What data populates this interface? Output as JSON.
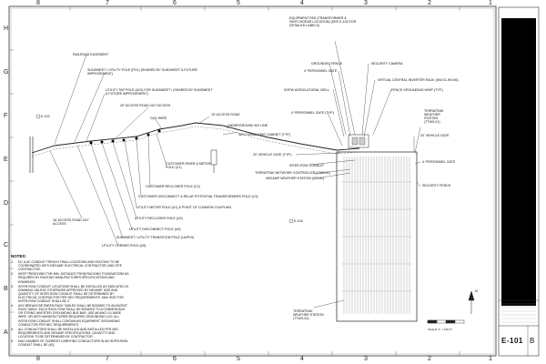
{
  "zones_columns": [
    "8",
    "7",
    "6",
    "5",
    "4",
    "3",
    "2",
    "1"
  ],
  "zones_rows": [
    "H",
    "G",
    "F",
    "E",
    "D",
    "C",
    "B",
    "A"
  ],
  "callouts_left": {
    "railroad_easement": "RAILROAD EASEMENT",
    "sunsweet_pole": "SUNSWEET / UTILITY POLE (POL) (SHARED BY SUNSWEET & FUTURE IMPROVEMENT)",
    "utility_tap_pole": "UTILITY TAP POLE (U/O) FOR SUNSWEET / (SHARED BY SUNSWEET & FUTURE IMPROVEMENT)",
    "access_road_top": "20' ACCESS ROAD 24/7 ACCESS",
    "guy_wire": "GUY WIRE",
    "access_road_15": "15' ACCESS ROAD",
    "underground_mv": "UNDERGROUND MV LINE",
    "sectionalizing_cabinet": "SECTIONALIZING CABINET (TYP.)",
    "customer_riser": "CUSTOMER RISER & METER POLE (C1)",
    "customer_recloser": "CUSTOMER RECLOSER POLE (C2)",
    "customer_disconnect": "CUSTOMER DISCONNECT & RELAY POTENTIAL TRANSFORMERS POLE (C3)",
    "utility_meter_pole": "UTILITY METER POLE (U1) & POINT OF COMMON COUPLING",
    "utility_recloser": "UTILITY RECLOSER POLE (U2)",
    "utility_disconnect": "UTILITY DISCONNECT POLE (U3)",
    "sunsweet_transition": "SUNSWEET / UTILITY TRANSITION POLE (U4/POI)",
    "utility_corner": "UTILITY CORNER POLE (U5)",
    "access_road_bottom": "16' ACCESS ROAD 24/7 ACCESS",
    "ref_f": "E-102",
    "ref_d": "E-104"
  },
  "callouts_right": {
    "equipment_pad": "EQUIPMENT PAD (TRANSFORMER & SWITCHGEAR LOCATION) (SEE E-103 FOR DETAILED LABELS)",
    "grounded_fence": "GROUNDED FENCE",
    "personnel_gate_top": "4' PERSONNEL GATE",
    "security_camera": "SECURITY CAMERA",
    "virtual_central_inverter": "VIRTUAL CENTRAL INVERTER RACK (INV.01-INV.06)",
    "agricultural_well": "SOPW AGRICULTURAL WELL",
    "fence_grounding": "FENCE GROUNDING WHIP (TYP.)",
    "personnel_gate_typ": "4' PERSONNEL GATE (TYP.)",
    "terratrak_top": "TERRATRAK WEATHER STATION (TTWS.01)",
    "vehicle_gate_left": "20' VEHICLE GATE (TYP.)",
    "vehicle_gate_right": "20' VEHICLE GATE",
    "inter_row_conduit": "INTER-ROW CONDUIT",
    "network_controller": "TERRATRAK NETWORK CONTROLLER (TNW.01)",
    "nexamp_weather": "NEXAMP WEATHER STATION (WS.01)",
    "personnel_gate_right": "4' PERSONNEL GATE",
    "security_fence": "SECURITY FENCE",
    "terratrak_bottom": "TERRATRAK WEATHER STATION (TTWS.02)"
  },
  "notes": {
    "title": "NOTES:",
    "items": [
      {
        "num": "1.",
        "text": "DC & AC CONDUIT TRENCH FINAL LOCATIONS AND ROUTING TO BE COORDINATED WITH NEXAMP, ELECTRICAL CONTRACTOR, AND SITE CONTRACTOR."
      },
      {
        "num": "2.",
        "text": "KEEP TRENCHING THE MIN. DISTANCE FROM RACKING FOUNDATIONS AS REQUIRED BY RACKING MANUFACTURER SPECIFICATIONS AND DRAWINGS."
      },
      {
        "num": "3.",
        "text": "INTER-ROW CONDUIT LOCATIONS SHALL BE INSTALLED AS INDICATED IN DRAWING UNLESS OTHERWISE APPROVED BY NEXAMP. SIZE AND QUANTITY OF INTER-ROW CONDUIT SHALL BE DETERMINED BY ELECTRICAL CONTRACTOR PER NEC REQUIREMENTS. MAX SIZE FOR INTER-ROW CONDUIT SHALL BE 2\"."
      },
      {
        "num": "4.",
        "text": "ANY BREAKS BETWEEN RACK TABLES SHALL BE BONDED TO ADJACENT RACK TABLE. EACH RACK ROW SHALL BE BONDED TO A COMMON BUS OR STRING INVERTER GROUNDING BUS BAR. USE #6 AWG CU BARE WIRE, OR WITH MANUFACTURER-REQUIRED GROUNDING LUG. ALL INTER-ROW CONDUIT SHALL CONTAIN AN EQUIPMENT GROUNDING CONDUCTOR PER NEC REQUIREMENTS."
      },
      {
        "num": "5.",
        "text": "ALL CONDUCTORS SHALL BE INSTALLED AND INSTALLED PER NEC REQUIREMENTS AND NEXAMP SPECIFICATIONS. QUANTITY AND LOCATION TO BE DETERMINED BY CONTRACTOR."
      },
      {
        "num": "6.",
        "text": "MAX NUMBER OF CURRENT CARRYING CONDUCTORS IN AN INTER-ROW CONDUIT SHALL BE (40)."
      }
    ]
  },
  "title_block": {
    "sheet_number": "E-101",
    "revision": "B"
  },
  "scale_label": "SCALE: 1\" = 100'-0\"",
  "north_label": "N"
}
